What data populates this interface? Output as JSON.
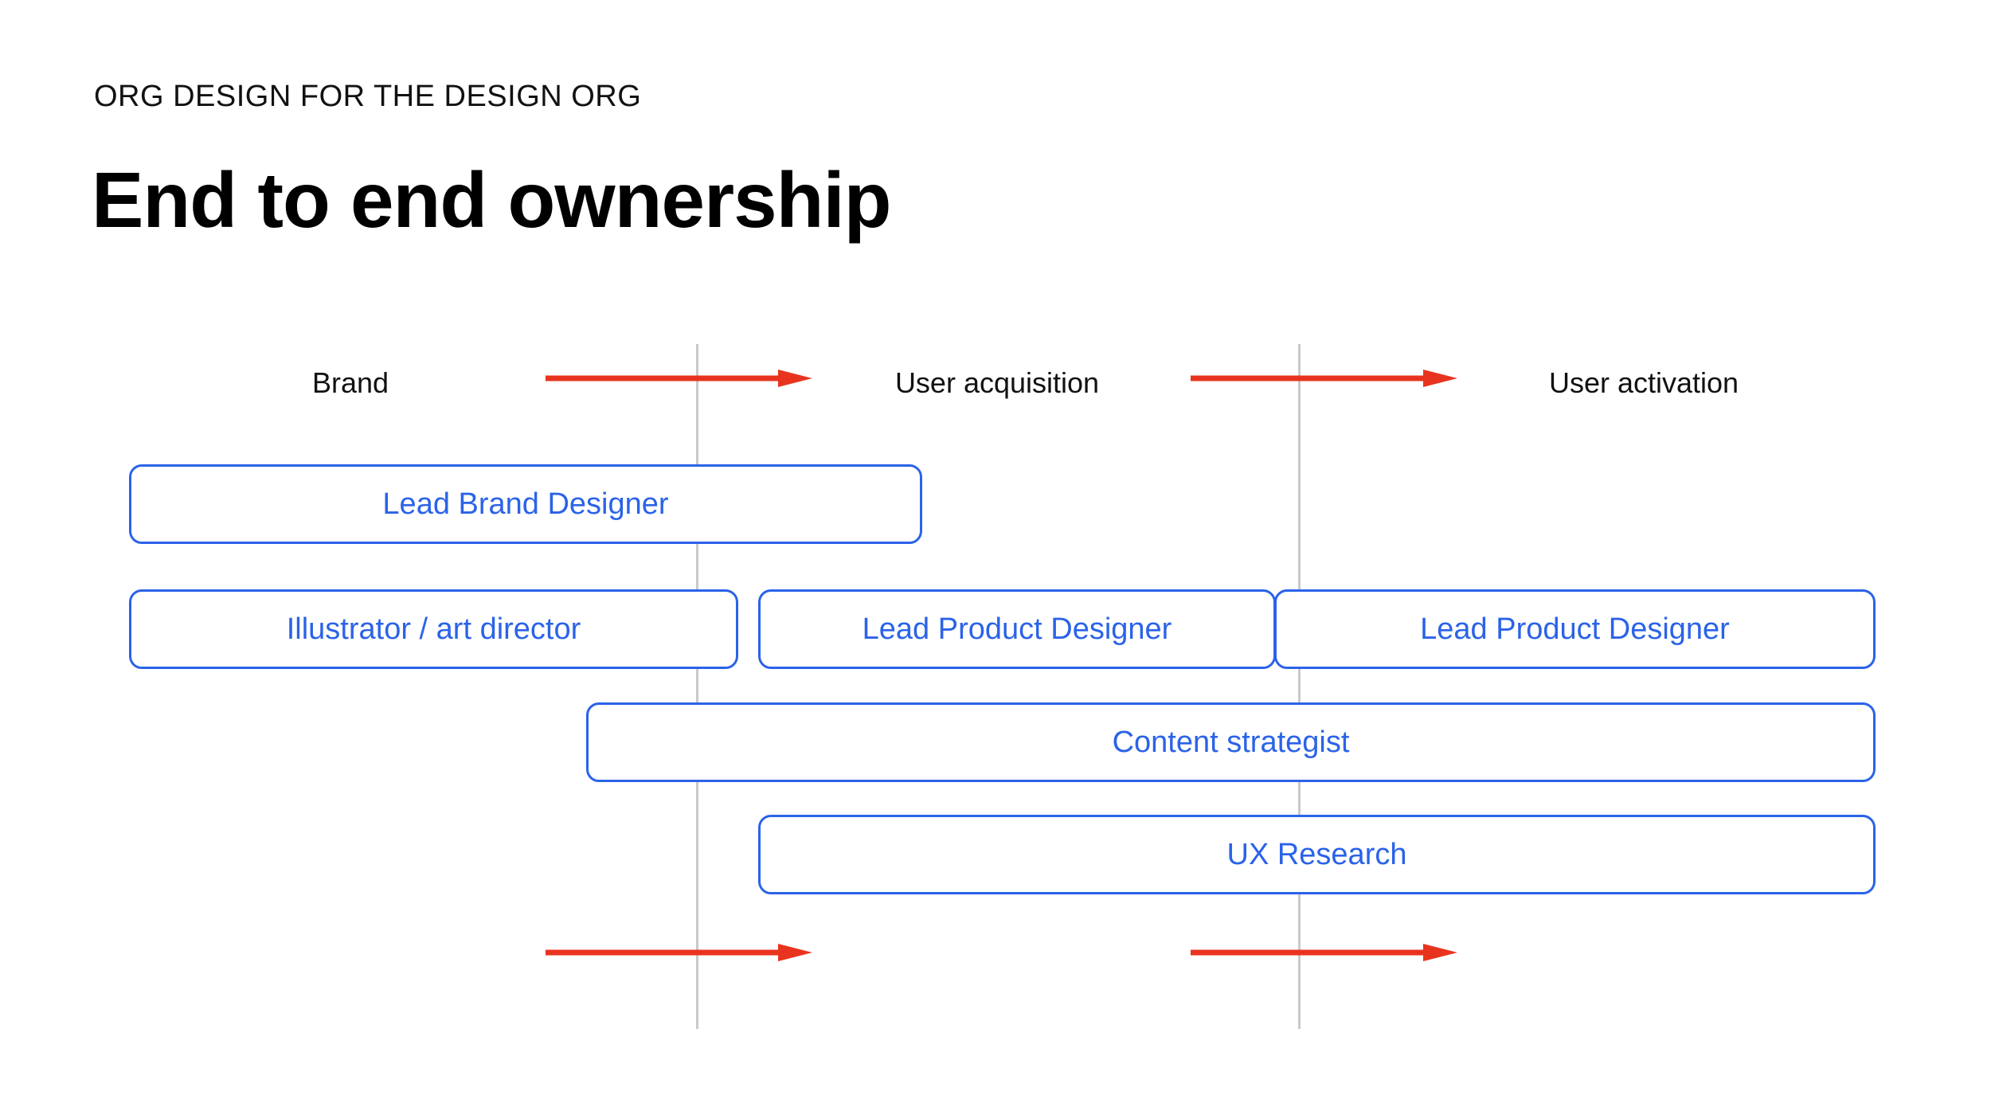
{
  "slide": {
    "eyebrow": "ORG DESIGN FOR THE DESIGN ORG",
    "title": "End to end ownership",
    "colors": {
      "accent_blue": "#2b63e8",
      "arrow_red": "#e8341f",
      "divider_gray": "#c9c9c9",
      "text_black": "#111111",
      "background": "#ffffff"
    }
  },
  "columns": [
    {
      "label": "Brand"
    },
    {
      "label": "User acquisition"
    },
    {
      "label": "User activation"
    }
  ],
  "arrows": {
    "top": [
      {
        "name": "arrow-brand-to-acquisition"
      },
      {
        "name": "arrow-acquisition-to-activation"
      }
    ],
    "bottom": [
      {
        "name": "arrow-bottom-brand-to-acquisition"
      },
      {
        "name": "arrow-bottom-acquisition-to-activation"
      }
    ]
  },
  "roles": [
    {
      "label": "Lead Brand Designer"
    },
    {
      "label": "Illustrator / art director"
    },
    {
      "label": "Lead Product Designer"
    },
    {
      "label": "Lead Product Designer"
    },
    {
      "label": "Content strategist"
    },
    {
      "label": "UX Research"
    }
  ]
}
